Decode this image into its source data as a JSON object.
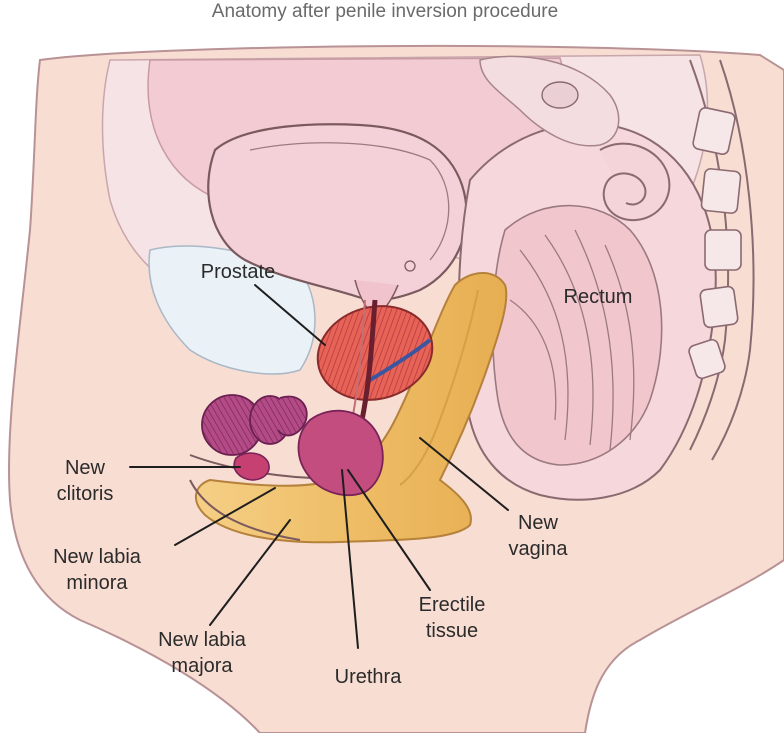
{
  "title": "Anatomy after penile inversion procedure",
  "labels": {
    "prostate": "Prostate",
    "rectum": "Rectum",
    "new_clitoris": [
      "New",
      "clitoris"
    ],
    "new_labia_minora": [
      "New labia",
      "minora"
    ],
    "new_labia_majora": [
      "New labia",
      "majora"
    ],
    "urethra": "Urethra",
    "erectile_tissue": [
      "Erectile",
      "tissue"
    ],
    "new_vagina": [
      "New",
      "vagina"
    ]
  },
  "colors": {
    "skin": "#f8ddd3",
    "bladder": "#f6d5dc",
    "organ_wall": "#f2c4cc",
    "fat_blue": "#eaf1f7",
    "prostate": "#e56457",
    "vagina_tan": "#f0c577",
    "erectile_purple": "#b34b86",
    "urethra_line": "#6a1f2e",
    "leader": "#1e1e1e"
  }
}
